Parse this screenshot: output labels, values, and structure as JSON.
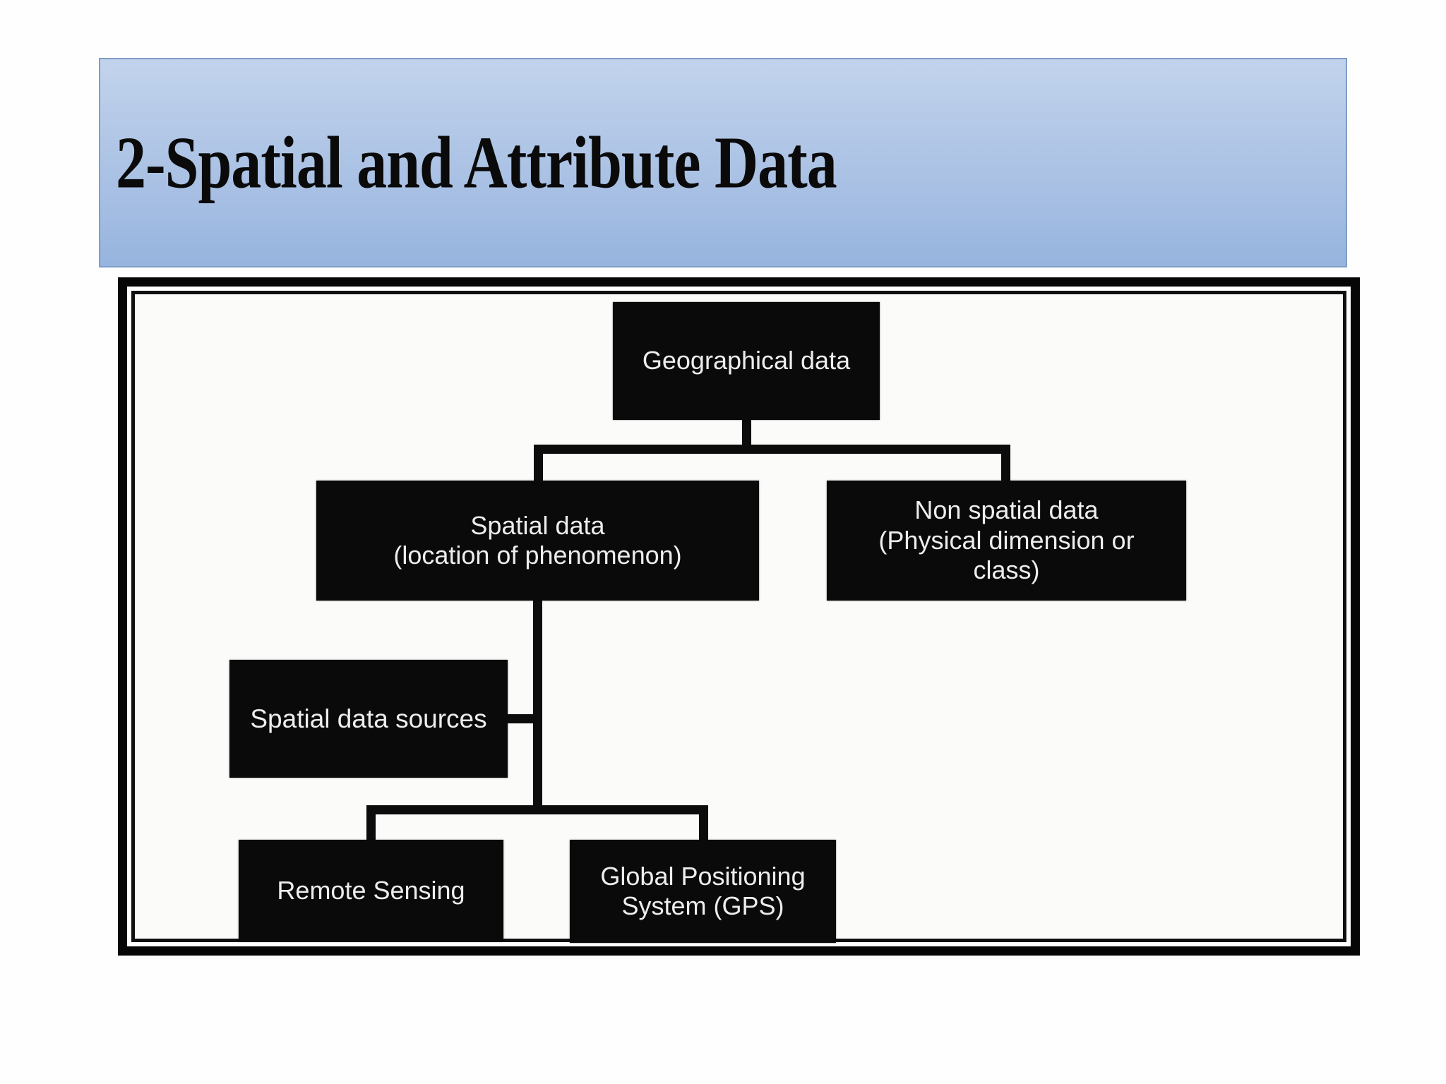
{
  "slide": {
    "title": "2-Spatial and Attribute Data"
  },
  "diagram": {
    "type": "tree",
    "nodes": [
      {
        "id": "geographical-data",
        "label": "Geographical data"
      },
      {
        "id": "spatial-data",
        "label": "Spatial data\n(location of phenomenon)"
      },
      {
        "id": "non-spatial-data",
        "label": "Non spatial data\n(Physical dimension or\nclass)"
      },
      {
        "id": "spatial-data-sources",
        "label": "Spatial data sources"
      },
      {
        "id": "remote-sensing",
        "label": "Remote Sensing"
      },
      {
        "id": "gps",
        "label": "Global Positioning\nSystem (GPS)"
      }
    ],
    "edges": [
      {
        "from": "Geographical data",
        "to": "Spatial data (location of phenomenon)"
      },
      {
        "from": "Geographical data",
        "to": "Non spatial data (Physical dimension or class)"
      },
      {
        "from": "Spatial data (location of phenomenon)",
        "to": "Spatial data sources"
      },
      {
        "from": "Spatial data (location of phenomenon)",
        "to": "Remote Sensing"
      },
      {
        "from": "Spatial data (location of phenomenon)",
        "to": "Global Positioning System (GPS)"
      }
    ],
    "colors": {
      "node_background": "#0a0a0a",
      "node_text": "#ededed",
      "connector": "#0c0c0c",
      "frame_border": "#060606",
      "canvas_background": "#fbfbfa",
      "banner_gradient_top": "#c2d3ec",
      "banner_gradient_bottom": "#95b4de",
      "banner_border": "#7f9cc7",
      "title_text": "#0a0a0a"
    }
  }
}
